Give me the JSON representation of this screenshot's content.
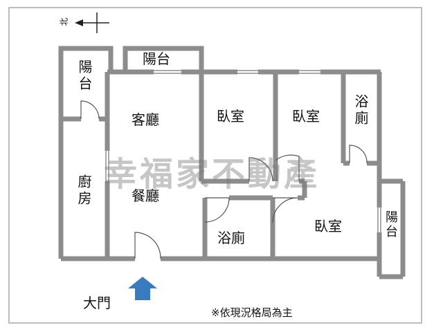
{
  "labels": {
    "balcony_left": "陽台",
    "balcony_top": "陽台",
    "living_room": "客廳",
    "bedroom_1": "臥室",
    "bedroom_2": "臥室",
    "bathroom_top": "浴廁",
    "kitchen": "廚房",
    "dining_room": "餐廳",
    "bathroom_mid": "浴廁",
    "bedroom_3": "臥室",
    "balcony_right": "陽台"
  },
  "watermark": "幸福家不動產",
  "north": "北",
  "entrance": "大門",
  "note": "※依現況格局為主",
  "colors": {
    "wall": "#8c8c8c",
    "arrow": "#3a7bbf",
    "frame": "#bdbdbd"
  }
}
